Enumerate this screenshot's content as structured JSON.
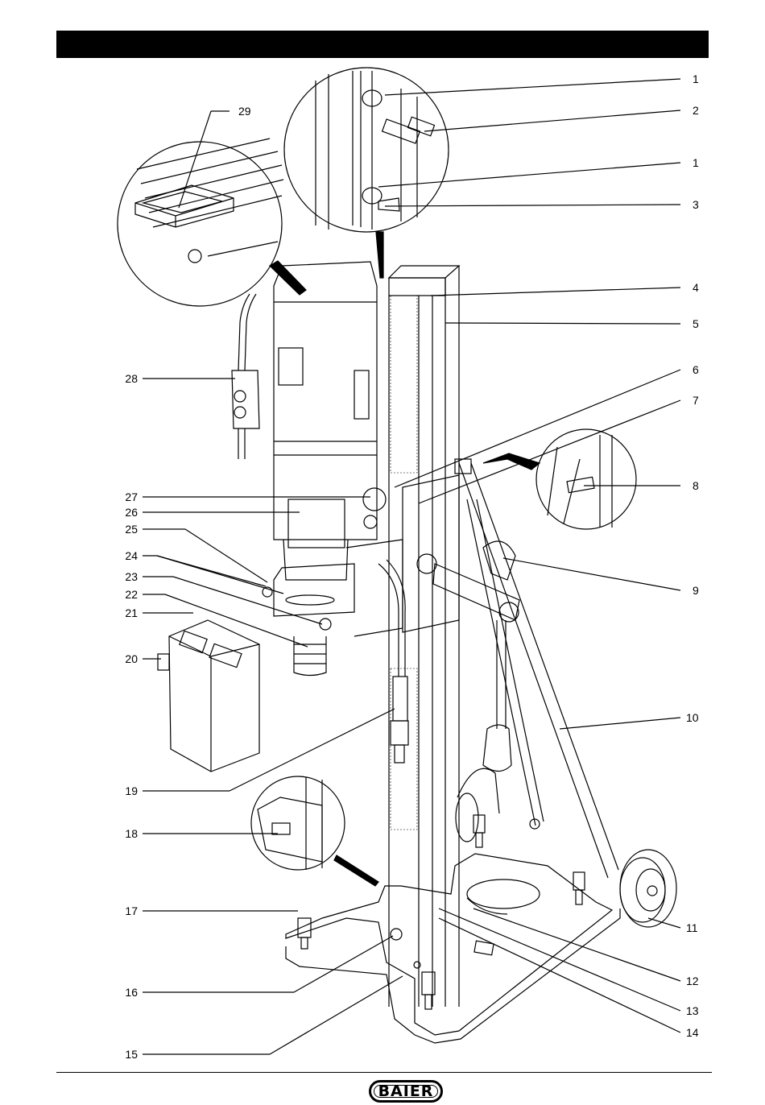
{
  "brand": "BAIER",
  "callouts_right": [
    "1",
    "2",
    "1",
    "3",
    "4",
    "5",
    "6",
    "7",
    "8",
    "9",
    "10",
    "11",
    "12",
    "13",
    "14"
  ],
  "callouts_left": [
    "29",
    "28",
    "27",
    "26",
    "25",
    "24",
    "23",
    "22",
    "21",
    "20",
    "19",
    "18",
    "17",
    "16",
    "15"
  ]
}
